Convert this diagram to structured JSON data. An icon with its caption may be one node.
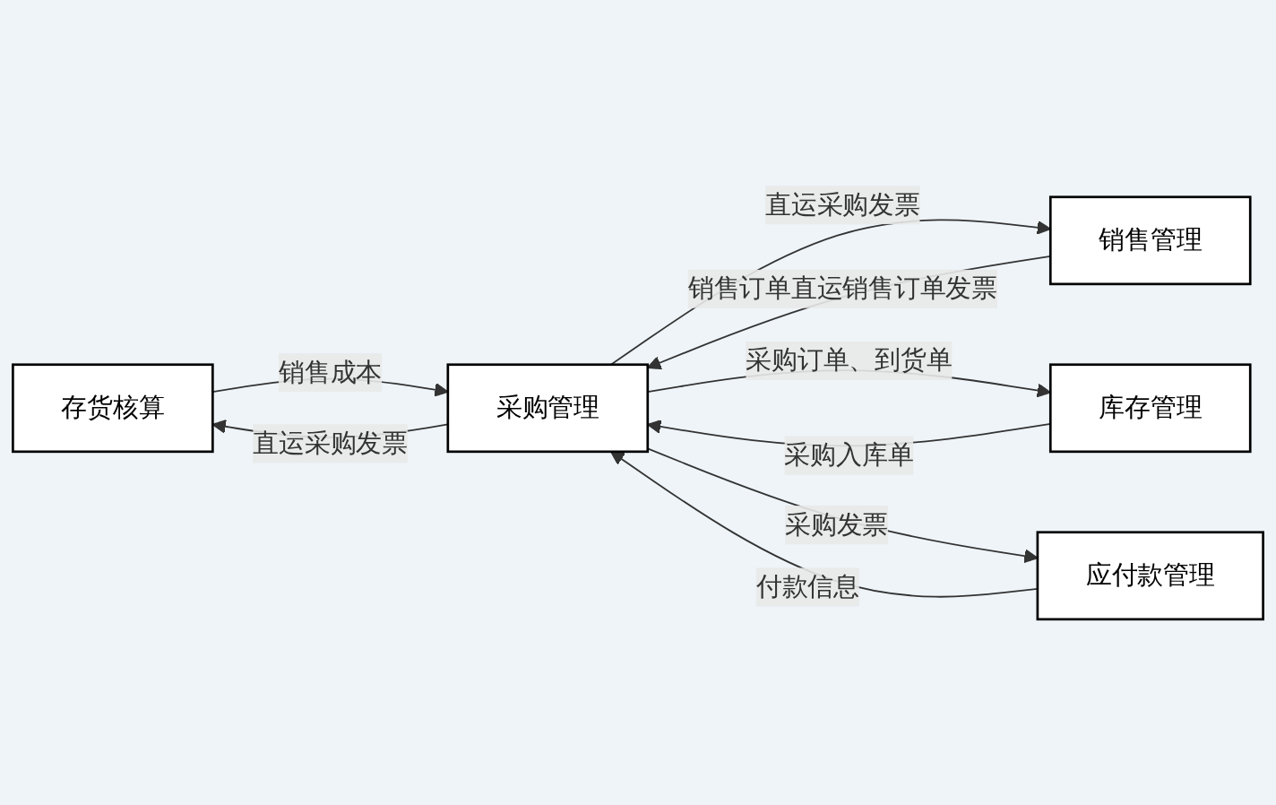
{
  "diagram": {
    "nodes": [
      {
        "text": [
          "存货核算"
        ]
      },
      {
        "text": [
          "销售管理"
        ]
      },
      {
        "text": [
          "采购管理"
        ]
      },
      {
        "text": [
          "库存管理"
        ]
      },
      {
        "text": [
          "应付款管理"
        ]
      }
    ],
    "edges": [
      {
        "from": 0,
        "to": 2,
        "arrow": "to",
        "label": "销售成本"
      },
      {
        "from": 2,
        "to": 0,
        "arrow": "to",
        "label": "直运采购发票"
      },
      {
        "from": 2,
        "to": 1,
        "arrow": "to",
        "label": "直运采购发票"
      },
      {
        "from": 1,
        "to": 2,
        "arrow": "to",
        "label": "销售订单直运销售订单发票"
      },
      {
        "from": 2,
        "to": 3,
        "arrow": "to",
        "label": "采购订单、到货单"
      },
      {
        "from": 3,
        "to": 2,
        "arrow": "to",
        "label": "采购入库单"
      },
      {
        "from": 2,
        "to": 4,
        "arrow": "to",
        "label": "采购发票"
      },
      {
        "from": 4,
        "to": 2,
        "arrow": "to",
        "label": "付款信息"
      }
    ]
  }
}
